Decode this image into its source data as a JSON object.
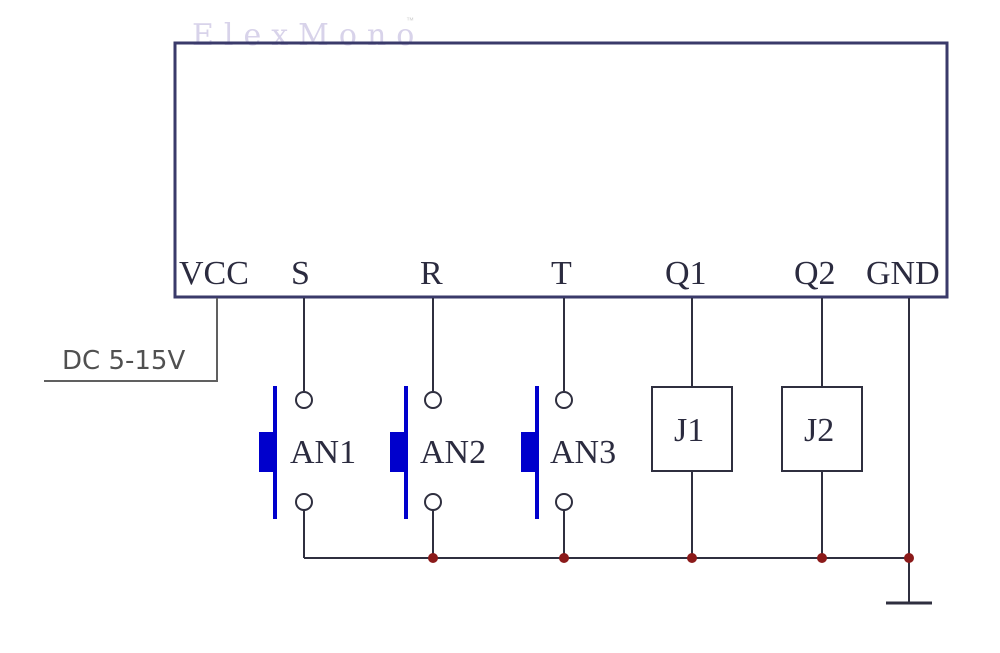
{
  "watermark": {
    "text": "ElexMono",
    "tm": "™"
  },
  "pins": {
    "vcc": "VCC",
    "s": "S",
    "r": "R",
    "t": "T",
    "q1": "Q1",
    "q2": "Q2",
    "gnd": "GND"
  },
  "supply_label": "DC 5-15V",
  "switches": {
    "an1": "AN1",
    "an2": "AN2",
    "an3": "AN3"
  },
  "relays": {
    "j1": "J1",
    "j2": "J2"
  },
  "colors": {
    "wire": "#2f2f3f",
    "module_border": "#3a3a6a",
    "switch_blue": "#0000cc",
    "junction": "#8b1a1a",
    "supply_line": "#606060"
  }
}
